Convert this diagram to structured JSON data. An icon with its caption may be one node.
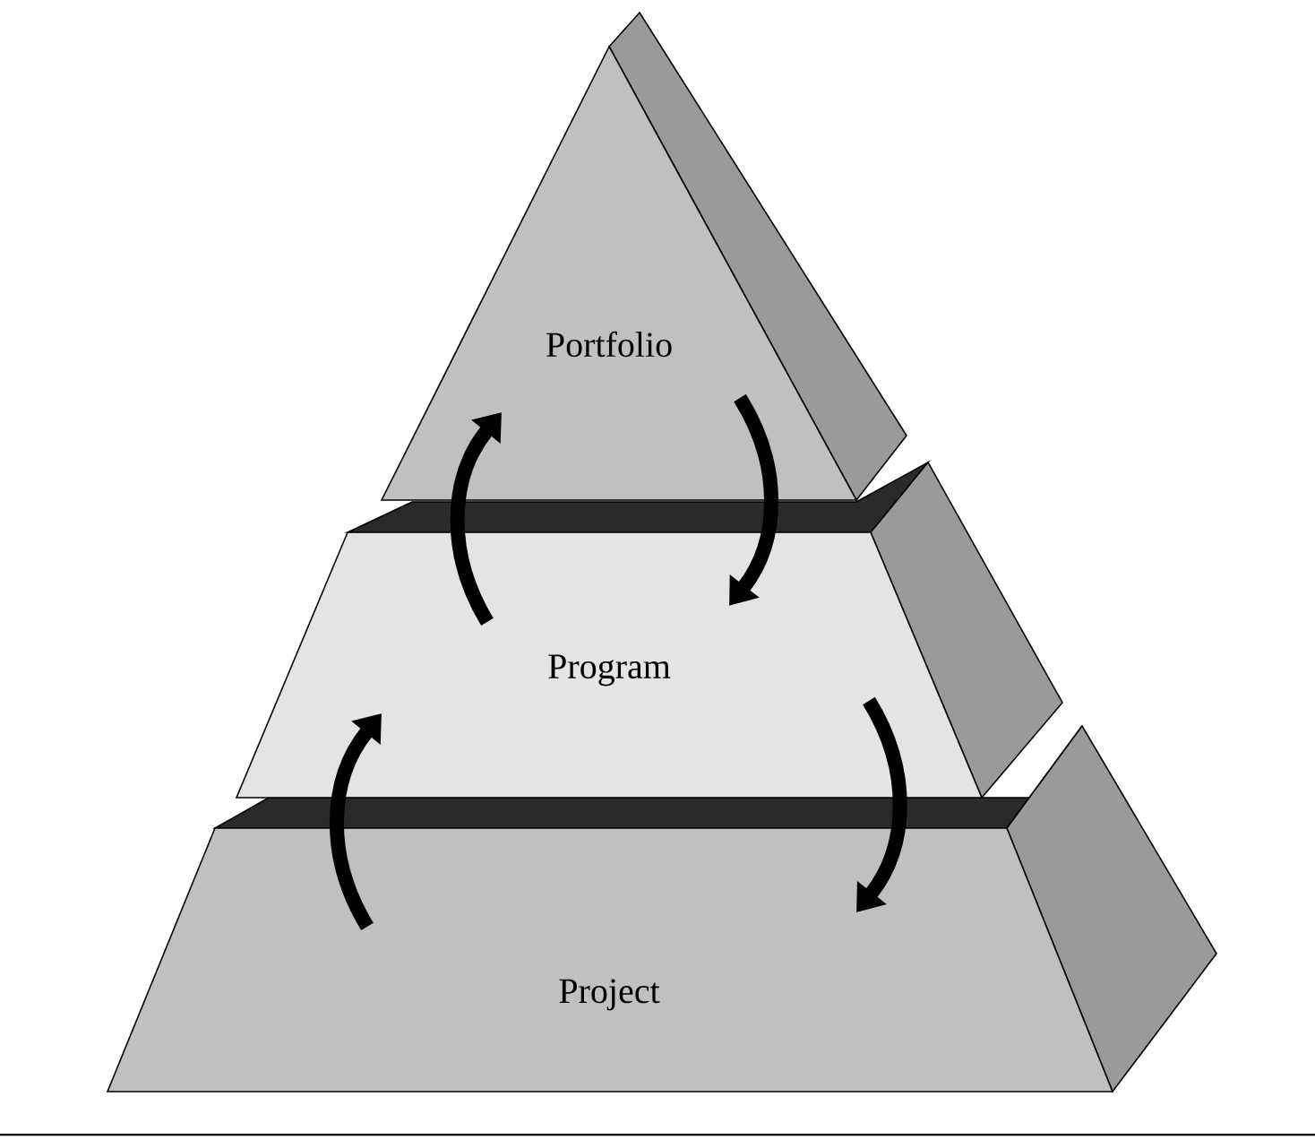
{
  "diagram": {
    "nodes": [
      {
        "text": [
          "Portfolio"
        ]
      },
      {
        "text": [
          "Program"
        ]
      },
      {
        "text": [
          "Project"
        ]
      }
    ],
    "edges": [
      {
        "from": 1,
        "to": 0,
        "arrow": "to"
      },
      {
        "from": 0,
        "to": 1,
        "arrow": "to"
      },
      {
        "from": 2,
        "to": 1,
        "arrow": "to"
      },
      {
        "from": 1,
        "to": 2,
        "arrow": "to"
      }
    ]
  }
}
